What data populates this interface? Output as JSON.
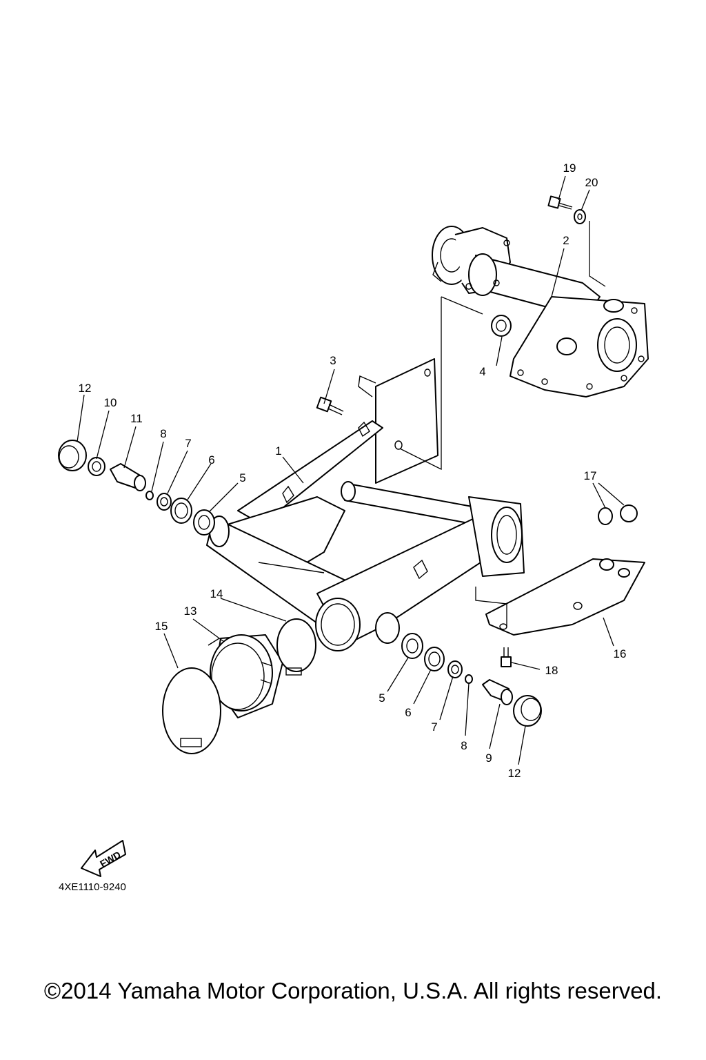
{
  "diagram": {
    "part_code": "4XE1110-9240",
    "fwd_label": "FWD",
    "copyright": "©2014 Yamaha Motor Corporation, U.S.A. All rights reserved.",
    "callouts": {
      "c1": "1",
      "c2": "2",
      "c3": "3",
      "c4": "4",
      "c5a": "5",
      "c5b": "5",
      "c6a": "6",
      "c6b": "6",
      "c7a": "7",
      "c7b": "7",
      "c8a": "8",
      "c8b": "8",
      "c9": "9",
      "c10": "10",
      "c11": "11",
      "c12a": "12",
      "c12b": "12",
      "c13": "13",
      "c14": "14",
      "c15": "15",
      "c16": "16",
      "c17": "17",
      "c18": "18",
      "c19": "19",
      "c20": "20"
    }
  }
}
